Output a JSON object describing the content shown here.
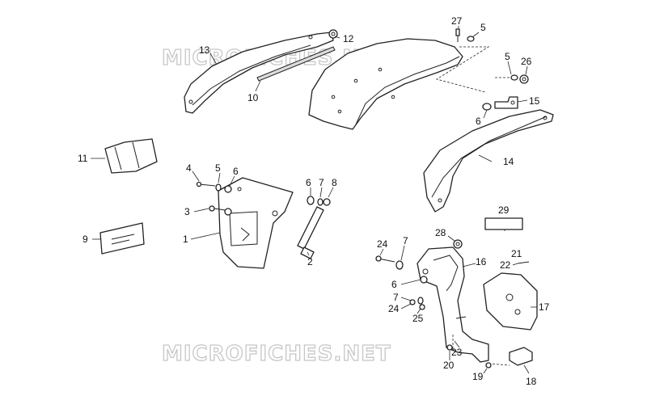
{
  "watermark": "MICROFICHES.NET",
  "callouts": {
    "c1": "1",
    "c2": "2",
    "c3": "3",
    "c4": "4",
    "c5a": "5",
    "c5b": "5",
    "c5c": "5",
    "c6a": "6",
    "c6b": "6",
    "c6c": "6",
    "c6d": "6",
    "c7a": "7",
    "c7b": "7",
    "c7c": "7",
    "c8": "8",
    "c9": "9",
    "c10": "10",
    "c11": "11",
    "c12": "12",
    "c13": "13",
    "c14": "14",
    "c15": "15",
    "c16": "16",
    "c17": "17",
    "c18": "18",
    "c19": "19",
    "c20": "20",
    "c21": "21",
    "c22": "22",
    "c23": "23",
    "c24a": "24",
    "c24b": "24",
    "c25": "25",
    "c26": "26",
    "c27": "27",
    "c28": "28",
    "c29": "29"
  }
}
